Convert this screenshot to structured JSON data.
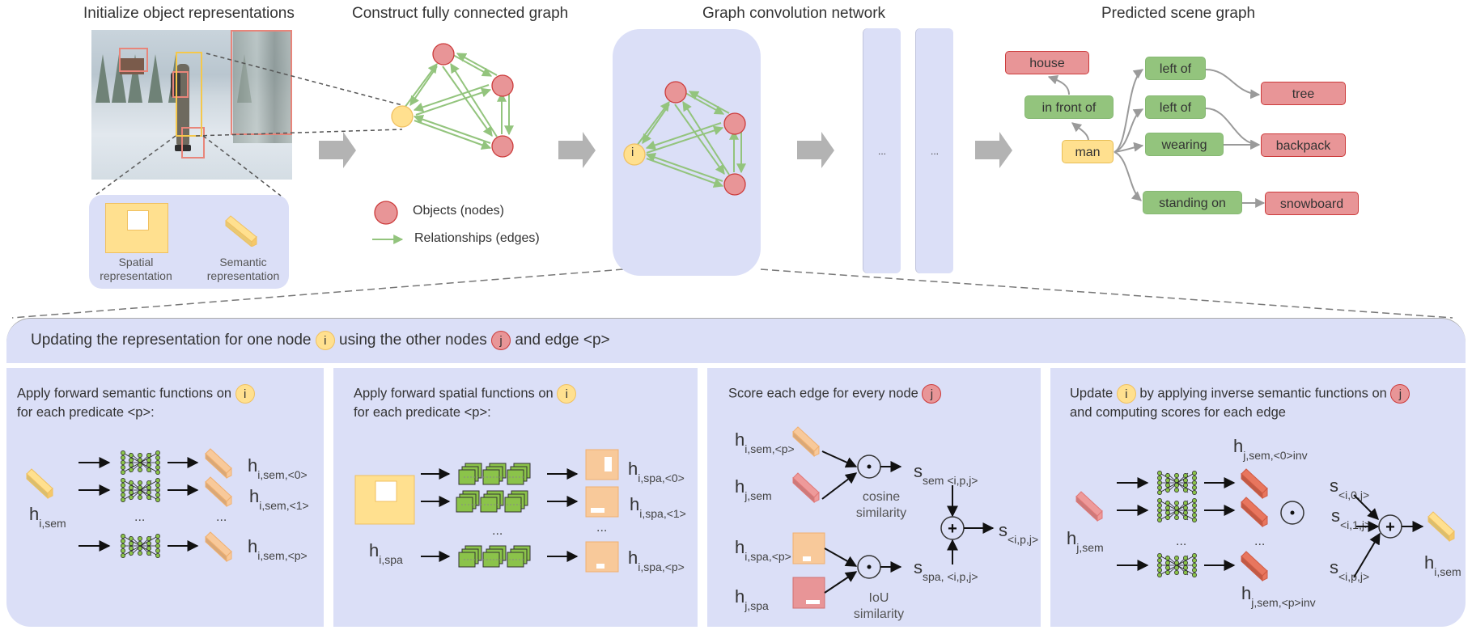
{
  "stages": {
    "init": "Initialize object representations",
    "graph": "Construct fully connected graph",
    "gcn": "Graph convolution network",
    "predicted": "Predicted scene graph"
  },
  "representations": {
    "spatial": "Spatial representation",
    "spatial_l1": "Spatial",
    "spatial_l2": "representation",
    "semantic_l1": "Semantic",
    "semantic_l2": "representation"
  },
  "legend": {
    "objects": "Objects (nodes)",
    "relationships": "Relationships (edges)"
  },
  "gcn": {
    "node_i_label": "i",
    "layer_ellipsis": [
      "...",
      "..."
    ]
  },
  "scene_graph": {
    "objects": {
      "house": "house",
      "man": "man",
      "tree": "tree",
      "backpack": "backpack",
      "snowboard": "snowboard"
    },
    "predicates": {
      "in_front_of": "in front of",
      "left_of_1": "left of",
      "left_of_2": "left of",
      "wearing": "wearing",
      "standing_on": "standing on"
    },
    "triples": [
      [
        "man",
        "in front of",
        "house"
      ],
      [
        "man",
        "left of",
        "tree"
      ],
      [
        "man",
        "left of",
        "backpack"
      ],
      [
        "man",
        "wearing",
        "backpack"
      ],
      [
        "man",
        "standing on",
        "snowboard"
      ]
    ]
  },
  "banner": {
    "part1": "Updating the representation for one node",
    "badge_i": "i",
    "part2": "using the other nodes",
    "badge_j": "j",
    "part3": "and edge <p>"
  },
  "panels": [
    {
      "line1": "Apply forward semantic functions on",
      "badge": "i",
      "line2": "for each predicate <p>:",
      "input_h": "h",
      "input_sub": "i,sem",
      "outputs": [
        {
          "h": "h",
          "sub": "i,sem,<0>"
        },
        {
          "h": "h",
          "sub": "i,sem,<1>"
        },
        {
          "h": "h",
          "sub": "i,sem,<p>"
        }
      ],
      "ellipsis": "..."
    },
    {
      "line1": "Apply forward spatial functions on",
      "badge": "i",
      "line2": "for each predicate <p>:",
      "input_h": "h",
      "input_sub": "i,spa",
      "outputs": [
        {
          "h": "h",
          "sub": "i,spa,<0>"
        },
        {
          "h": "h",
          "sub": "i,spa,<1>"
        },
        {
          "h": "h",
          "sub": "i,spa,<p>"
        }
      ],
      "ellipsis": "..."
    },
    {
      "line1": "Score each edge for every node",
      "badge": "j",
      "inputs": [
        {
          "h": "h",
          "sub": "i,sem,<p>"
        },
        {
          "h": "h",
          "sub": "j,sem"
        },
        {
          "h": "h",
          "sub": "i,spa,<p>"
        },
        {
          "h": "h",
          "sub": "j,spa"
        }
      ],
      "cosine_l1": "cosine",
      "cosine_l2": "similarity",
      "iou_l1": "IoU",
      "iou_l2": "similarity",
      "s_sem": "s",
      "s_sem_sub": "sem <i,p,j>",
      "s_spa": "s",
      "s_spa_sub": "spa, <i,p,j>",
      "s_out": "s",
      "s_out_sub": "<i,p,j>"
    },
    {
      "line1_a": "Update",
      "badge_i": "i",
      "line1_b": "by applying inverse semantic functions on",
      "badge_j": "j",
      "line2": "and computing scores for each edge",
      "input_h": "h",
      "input_sub": "j,sem",
      "out_top": {
        "h": "h",
        "sub": "j,sem,<0>inv"
      },
      "out_bottom": {
        "h": "h",
        "sub": "j,sem,<p>inv"
      },
      "scores": [
        {
          "s": "s",
          "sub": "<i,0,j>"
        },
        {
          "s": "s",
          "sub": "<i,1,j>"
        },
        {
          "s": "s",
          "sub": "<i,p,j>"
        }
      ],
      "result": {
        "h": "h",
        "sub": "i,sem"
      },
      "ellipsis": "..."
    }
  ],
  "colors": {
    "panel_bg": "#dbdff7",
    "object_red": "#e89597",
    "object_red_border": "#cc3b3b",
    "subject_yellow": "#ffe08f",
    "predicate_green": "#93c47d",
    "edge_green": "#93c47d",
    "arrow_gray": "#b3b3b3",
    "feature_orange": "#f8c99a"
  }
}
